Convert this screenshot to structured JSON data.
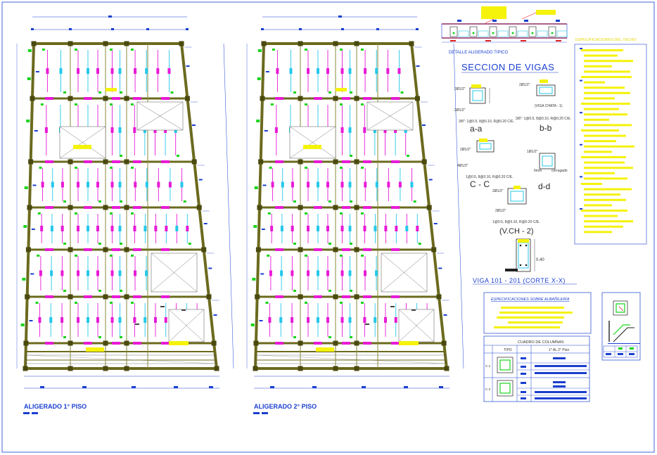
{
  "plans": [
    {
      "title": "ALIGERADO 1° PISO"
    },
    {
      "title": "ALIGERADO 2° PISO"
    }
  ],
  "detail": {
    "aligerado_label": "DETALLE ALIGERADO TIPICO",
    "yellow_heading": "ESPECIFICACIONES DEL TECHO"
  },
  "sections": {
    "title": "SECCION DE VIGAS",
    "items": [
      {
        "name": "a-a",
        "note1": "2Ø1/2\"",
        "note2": "2Ø1/2\"",
        "stirrups": "3/8\": 1@0.5, 8@0.10, R@0.20 C/E."
      },
      {
        "name": "b-b",
        "note1": "2Ø1/2\"",
        "note2": "(VIGA CHATA - 1)",
        "stirrups": "3/8\": 1@0.5, 8@0.10, R@0.20 C/E."
      },
      {
        "name": "C - C",
        "note1": "2Ø1/2\"",
        "note2": "4Ø1/2\"",
        "stirrups": "1@0.5, 8@0.10, R@0.20 C/E."
      },
      {
        "name": "d-d",
        "note1": "1Ø1/2\"",
        "note2": "6mm",
        "extra": "corrugado"
      },
      {
        "name": "(V.CH - 2)",
        "note1": "2Ø1/2\"",
        "note2": "2Ø1/2\"",
        "stirrups": "1@0.5, 8@0.10, R@0.20 C/E."
      }
    ],
    "viga_dim": "0.40",
    "viga_title": "VIGA 101 - 201 (CORTE X-X)"
  },
  "albanileria": {
    "title": "ESPECIFICACIONES SOBRE ALBAÑILERIA"
  },
  "columns_table": {
    "title": "CUADRO DE COLUMNAS",
    "col_tipo": "TIPO",
    "col_piso": "1° AL 2° Piso",
    "rows": [
      {
        "type": "C-1"
      },
      {
        "type": "C-2"
      }
    ]
  },
  "colors": {
    "wall": "#6b6a1e",
    "beam_magenta": "#e81ad6",
    "cyan": "#25c8ea",
    "blue": "#1a3fd0",
    "yellow": "#f5f20c",
    "green": "#1bd41b",
    "red": "#e02020"
  }
}
